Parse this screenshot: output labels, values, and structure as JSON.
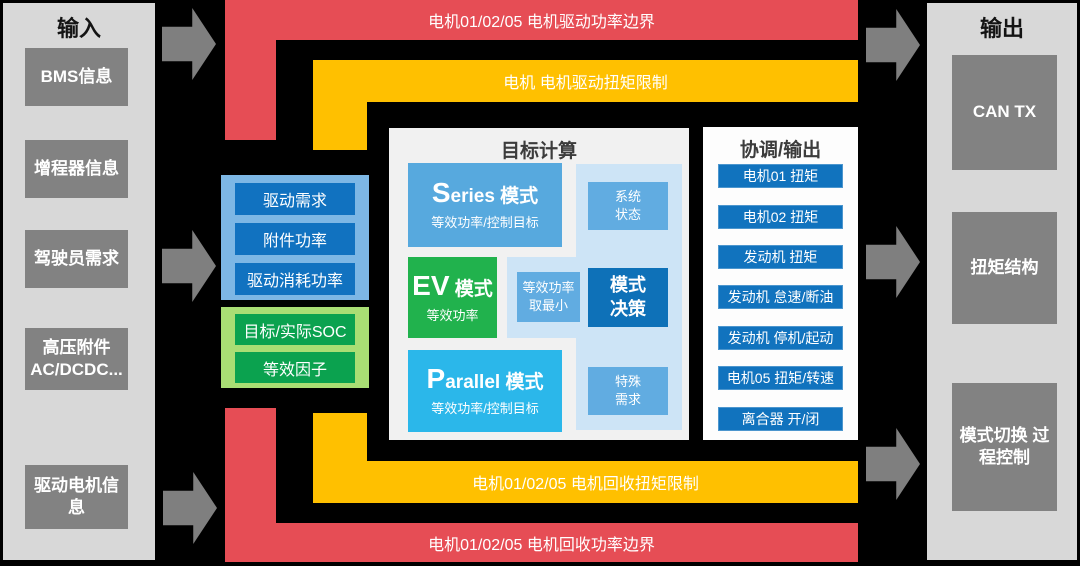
{
  "colors": {
    "canvas": "#000000",
    "side_bg": "#d8d8d8",
    "side_box": "#828282",
    "arrow": "#7f7f7f",
    "red": "#e64d55",
    "yellow": "#ffc000",
    "blue_group_bg": "#7db7e5",
    "blue_item": "#1172c0",
    "green_group_bg": "#a9de74",
    "green_item": "#0ba24f",
    "panel_target_bg": "#f1f1f1",
    "panel_coord_bg": "#fdfdfd",
    "light_blue": "#cde4f6",
    "small_blue": "#61ace1",
    "decision_box": "#0e71b8",
    "series_box": "#57a9de",
    "ev_box": "#21b24d",
    "parallel_box": "#2bb7ea",
    "coord_item": "#1173be",
    "title_text": "#3c3c3c"
  },
  "input_column": {
    "title": "输入",
    "items": [
      "BMS信息",
      "增程器信息",
      "驾驶员需求",
      "高压附件 AC/DCDC...",
      "驱动电机信息"
    ]
  },
  "output_column": {
    "title": "输出",
    "items": [
      "CAN TX",
      "扭矩结构",
      "模式切换 过程控制"
    ]
  },
  "bands": {
    "drive_power_boundary": "电机01/02/05 电机驱动功率边界",
    "drive_torque_limit": "电机 电机驱动扭矩限制",
    "recover_torque_limit": "电机01/02/05 电机回收扭矩限制",
    "recover_power_boundary": "电机01/02/05 电机回收功率边界"
  },
  "demand_group": {
    "items": [
      "驱动需求",
      "附件功率",
      "驱动消耗功率"
    ]
  },
  "soc_group": {
    "items": [
      "目标/实际SOC",
      "等效因子"
    ]
  },
  "target_panel": {
    "title": "目标计算",
    "modes": [
      {
        "en_lead": "S",
        "en_rest": "eries",
        "cn": " 模式",
        "sub": "等效功率/控制目标"
      },
      {
        "en_lead": "EV",
        "en_rest": "",
        "cn": " 模式",
        "sub": "等效功率"
      },
      {
        "en_lead": "P",
        "en_rest": "arallel",
        "cn": " 模式",
        "sub": "等效功率/控制目标"
      }
    ],
    "system_state": {
      "l1": "系统",
      "l2": "状态"
    },
    "min_equiv": {
      "l1": "等效功率",
      "l2": "取最小"
    },
    "decision": {
      "l1": "模式",
      "l2": "决策"
    },
    "special": {
      "l1": "特殊",
      "l2": "需求"
    }
  },
  "coord_panel": {
    "title": "协调/输出",
    "items": [
      "电机01 扭矩",
      "电机02 扭矩",
      "发动机 扭矩",
      "发动机 怠速/断油",
      "发动机 停机/起动",
      "电机05 扭矩/转速",
      "离合器 开/闭"
    ]
  }
}
